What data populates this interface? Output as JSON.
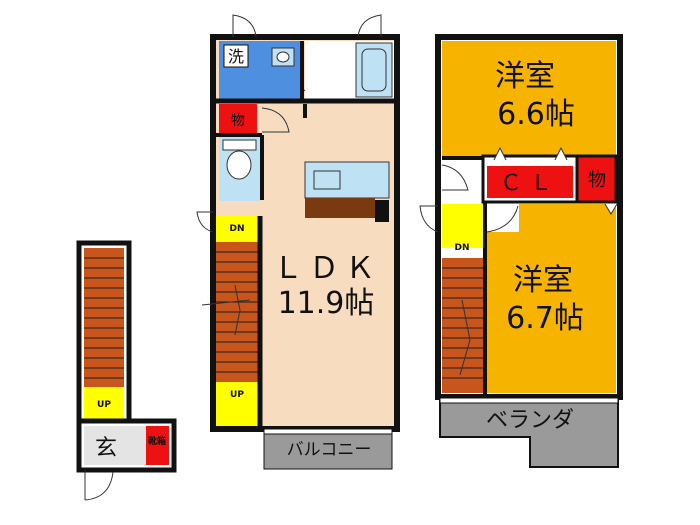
{
  "plan": {
    "rooms": {
      "ldk_name": "ＬＤＫ",
      "ldk_size": "11.9帖",
      "western1_name": "洋室",
      "western1_size": "6.6帖",
      "western2_name": "洋室",
      "western2_size": "6.7帖",
      "closet": "ＣＬ",
      "storage_upper": "物",
      "storage_right": "物",
      "washroom": "洗",
      "entrance": "玄",
      "shoe_box": "靴箱",
      "balcony": "バルコニー",
      "veranda": "ベランダ"
    },
    "stairs": {
      "up_entrance": "UP",
      "dn_middle": "DN",
      "up_middle": "UP",
      "dn_right": "DN"
    },
    "colors": {
      "western_room": "#f6b300",
      "ldk_floor": "#f8dcc0",
      "wet_area": "#4f8fe0",
      "bath": "#bfe1f4",
      "storage_red": "#ee1111",
      "stair_yellow": "#ffff00",
      "stair_steps": "#c8551c",
      "balcony_gray": "#9a9a9a",
      "wall": "#111111"
    }
  }
}
